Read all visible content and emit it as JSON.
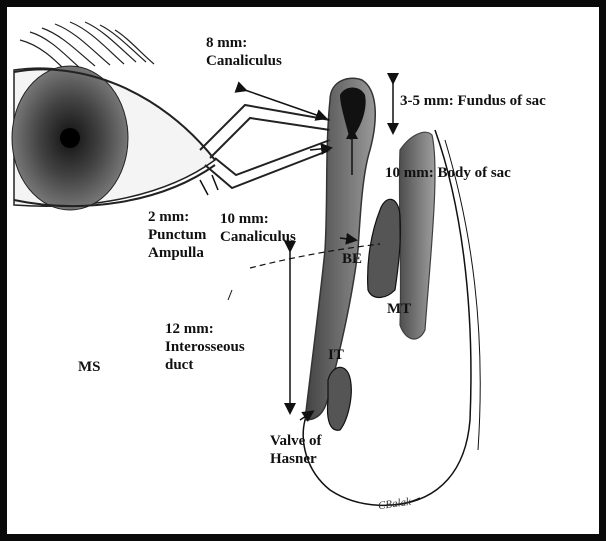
{
  "labels": {
    "canaliculus_8": "8 mm:\nCanaliculus",
    "fundus": "3-5 mm: Fundus of sac",
    "body": "10 mm: Body of sac",
    "punctum": "2 mm:\nPunctum\nAmpulla",
    "canaliculus_10": "10 mm:\nCanaliculus",
    "be": "BE",
    "mt": "MT",
    "it": "IT",
    "interosseous": "12 mm:\nInterosseous\nduct",
    "ms": "MS",
    "valve": "Valve of\nHasner"
  },
  "signature": "CBalak"
}
